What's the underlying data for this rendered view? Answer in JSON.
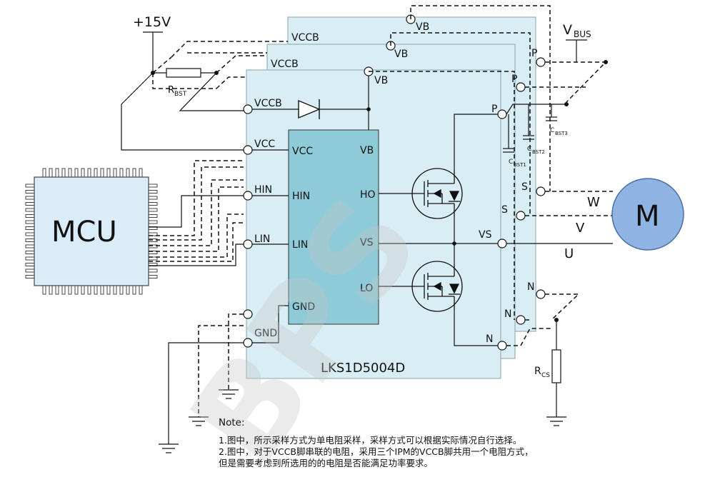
{
  "supply": {
    "v15": "+15V",
    "vbus": "V",
    "vbus_sub": "BUS"
  },
  "resistors": {
    "rbst": "R",
    "rbst_sub": "BST",
    "rcs": "R",
    "rcs_sub": "CS"
  },
  "capacitors": [
    {
      "name": "C",
      "sub": "BST3"
    },
    {
      "name": "C",
      "sub": "BST2"
    },
    {
      "name": "C",
      "sub": "BST1"
    }
  ],
  "mcu": {
    "label": "MCU"
  },
  "ipm": {
    "part": "LKS1D5004D",
    "outer_pins": {
      "vccb": "VCCB",
      "vcc": "VCC",
      "hin": "HIN",
      "lin": "LIN",
      "gnd": "GND",
      "vb": "VB",
      "p": "P",
      "vs": "VS",
      "n": "N"
    },
    "driver_pins": {
      "vcc": "VCC",
      "hin": "HIN",
      "lin": "LIN",
      "gnd": "GND",
      "vb": "VB",
      "ho": "HO",
      "vs": "VS",
      "lo": "LO"
    },
    "back_pins": {
      "vccb2": "VCCB",
      "vccb3": "VCCB",
      "vb2": "VB",
      "vb3": "VB",
      "p2": "P",
      "p3": "P",
      "s2": "S",
      "s3": "S",
      "n2": "N",
      "n3": "N"
    }
  },
  "motor": {
    "label": "M",
    "phase_w": "W",
    "phase_v": "V",
    "phase_u": "U"
  },
  "watermark": "BPS",
  "notes": {
    "title": "Note:",
    "line1": "1.图中，所示采样方式为单电阻采样，采样方式可以根据实际情况自行选择。",
    "line2": "2.图中，对于VCCB脚串联的电阻，采用三个IPM的VCCB脚共用一个电阻方式，",
    "line3": "但是需要考虑到所选用的的电阻是否能满足功率要求。"
  },
  "colors": {
    "ipm_fill": "#d8eef4",
    "driver_fill": "#8ccbd7",
    "mcu_fill": "#d9ecf7",
    "motor_fill": "#8fb4e3",
    "line": "#111111",
    "watermark": "#c8c8c8"
  }
}
